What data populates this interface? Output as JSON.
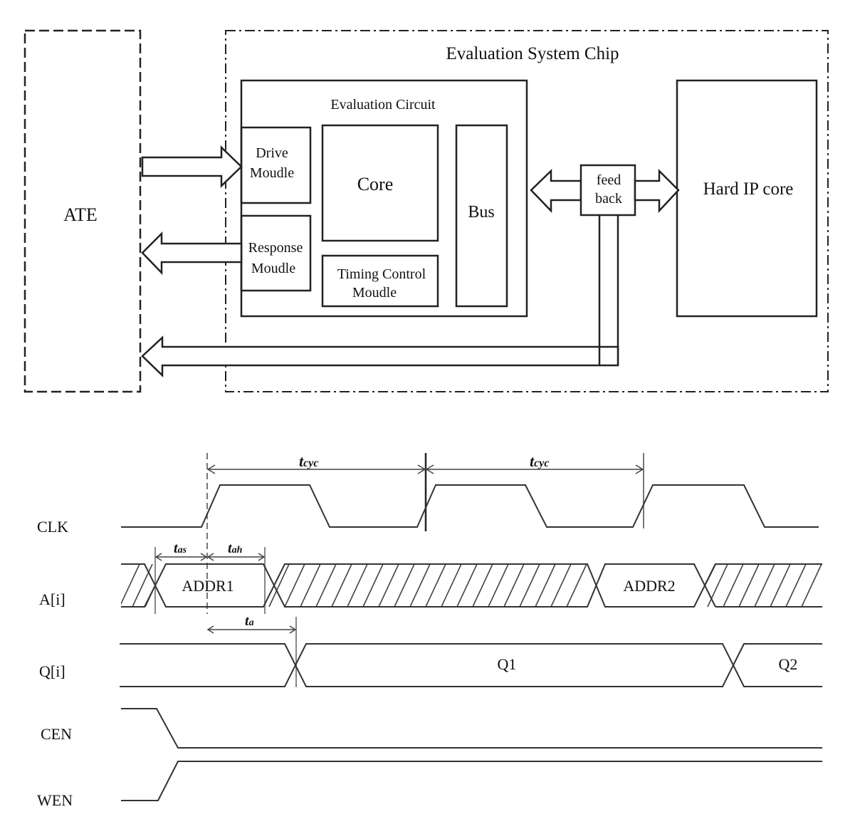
{
  "block_diagram": {
    "ate_label": "ATE",
    "chip_title": "Evaluation System Chip",
    "eval_circuit_title": "Evaluation Circuit",
    "drive_module": [
      "Drive",
      "Moudle"
    ],
    "response_module": [
      "Response",
      "Moudle"
    ],
    "core_label": "Core",
    "timing_module": [
      "Timing Control",
      "Moudle"
    ],
    "bus_label": "Bus",
    "feedback": [
      "feed",
      "back"
    ],
    "hard_ip_label": "Hard IP core"
  },
  "timing_diagram": {
    "signals": [
      "CLK",
      "A[i]",
      "Q[i]",
      "CEN",
      "WEN"
    ],
    "tcyc_main": "t",
    "tcyc_sub": "cyc",
    "tas_main": "t",
    "tas_sub": "as",
    "tah_main": "t",
    "tah_sub": "ah",
    "ta_main": "t",
    "ta_sub": "a",
    "addr1": "ADDR1",
    "addr2": "ADDR2",
    "q1": "Q1",
    "q2": "Q2"
  }
}
